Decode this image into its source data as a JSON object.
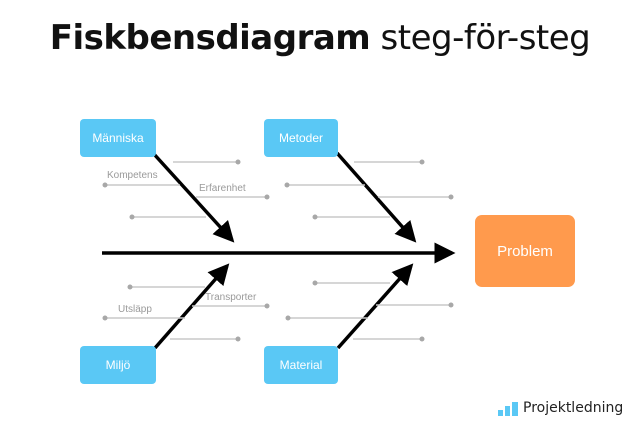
{
  "title": {
    "bold": "Fiskbensdiagram",
    "rest": "steg-för-steg"
  },
  "categories": {
    "manniska": "Människa",
    "metoder": "Metoder",
    "miljo": "Miljö",
    "material": "Material"
  },
  "problem": "Problem",
  "subcauses": {
    "kompetens": "Kompetens",
    "erfarenhet": "Erfarenhet",
    "utslapp": "Utsläpp",
    "transporter": "Transporter"
  },
  "brand": "Projektledning",
  "colors": {
    "category_box": "#5ac8f5",
    "problem_box": "#ff9a4d",
    "arrows": "#000000",
    "sub_lines": "#c8c8c8",
    "logo": "#5ac8f5"
  }
}
